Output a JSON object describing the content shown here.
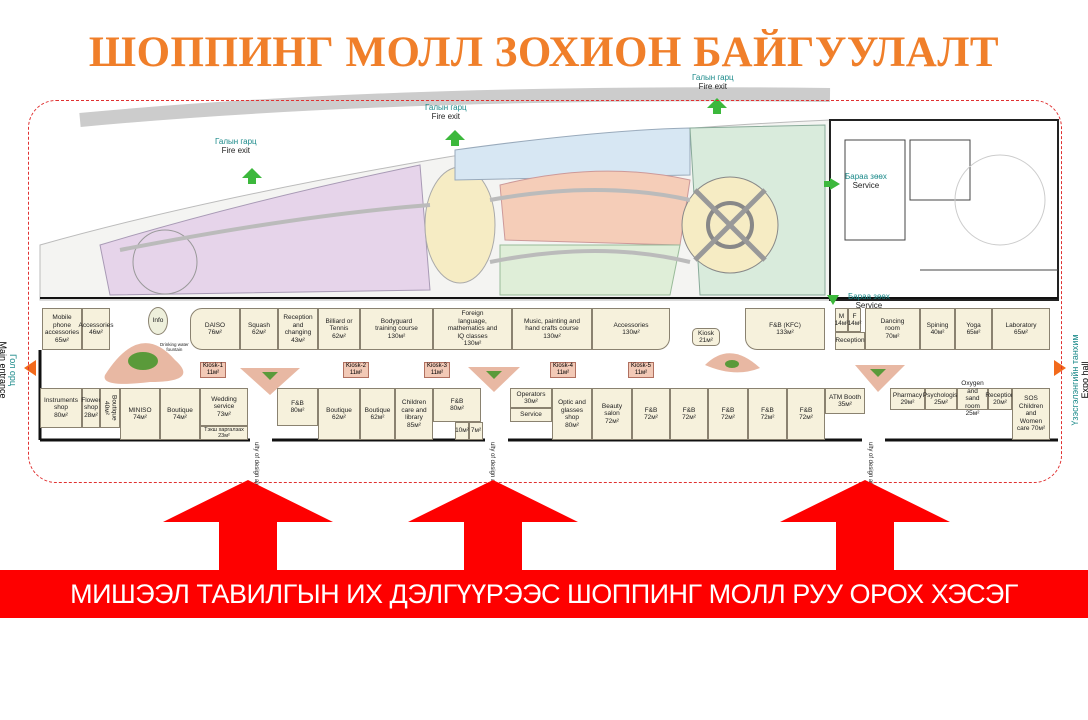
{
  "title": "ШОППИНГ МОЛЛ ЗОХИОН БАЙГУУЛАЛТ",
  "banner": "МИШЭЭЛ ТАВИЛГЫН ИХ ДЭЛГҮҮРЭЭС ШОППИНГ МОЛЛ РУУ ОРОХ ХЭСЭГ",
  "colors": {
    "title": "#f07f2a",
    "banner": "#fe0000",
    "arrow": "#fe0000",
    "exit_arrow": "#3cb83c",
    "entrance_arrow": "#f26a1b"
  },
  "exits": [
    {
      "mn": "Галын гарц",
      "en": "Fire exit"
    },
    {
      "mn": "Галын гарц",
      "en": "Fire exit"
    },
    {
      "mn": "Галын гарц",
      "en": "Fire exit"
    }
  ],
  "service": [
    {
      "mn": "Бараа зөөх",
      "en": "Service"
    },
    {
      "mn": "Бараа зөөх",
      "en": "Service"
    }
  ],
  "main_entrance": {
    "mn": "Гол орц",
    "en": "Main entrance"
  },
  "expo_hall": {
    "mn": "Үзэсгэлэнгийн танхим",
    "en": "Expo hall"
  },
  "bridge_label": "ulty of design along connection bridge",
  "top_row": [
    "Mobile\nphone\naccessories\n65м²",
    "Accessories\n46м²",
    "Info",
    "DAISO\n76м²",
    "Squash\n62м²",
    "Reception and\nchanging\n43м²",
    "Billiard or\nTennis\n62м²",
    "Bodyguard\ntraining course\n130м²",
    "Foreign\nlanguage,\nmathematics and\nIQ classes\n130м²",
    "Music, painting and\nhand crafts course\n130м²",
    "Accessories\n130м²",
    "Kiosk\n21м²",
    "F&B (KFC)\n133м²",
    "M\n14м²",
    "F\n14м²",
    "Reception",
    "Dancing\nroom\n70м²",
    "Spining\n40м²",
    "Yoga\n65м²",
    "Laboratory\n65м²"
  ],
  "kiosks": [
    "Kiosk-1\n11м²",
    "Kiosk-2\n11м²",
    "Kiosk-3\n11м²",
    "Kiosk-4\n11м²",
    "Kiosk-5\n11м²"
  ],
  "drinking_water": "Drinking water\nfountain",
  "bottom_row": [
    "Instruments\nshop\n80м²",
    "Flower\nshop\n28м²",
    "Boutique\n40м²",
    "MINISO\n74м²",
    "Boutique\n74м²",
    "Wedding\nservice\n73м²",
    "Тэкш харгалзах\n23м²",
    "F&B\n80м²",
    "Boutique\n62м²",
    "Boutique\n62м²",
    "Children\ncare and\nlibrary\n85м²",
    "F&B\n80м²",
    "10м²",
    "7м²",
    "Operators 30м²",
    "Service",
    "Optic and\nglasses shop\n80м²",
    "Beauty\nsalon\n72м²",
    "F&B\n72м²",
    "F&B\n72м²",
    "F&B\n72м²",
    "F&B\n72м²",
    "F&B\n72м²",
    "ATM Booth\n35м²",
    "Pharmacy\n29м²",
    "Psychologist\n25м²",
    "Oxygen and\nsand room\n25м²",
    "Reception\n20м²",
    "SOS\nChildren\nand\nWomen\ncare 70м²"
  ]
}
